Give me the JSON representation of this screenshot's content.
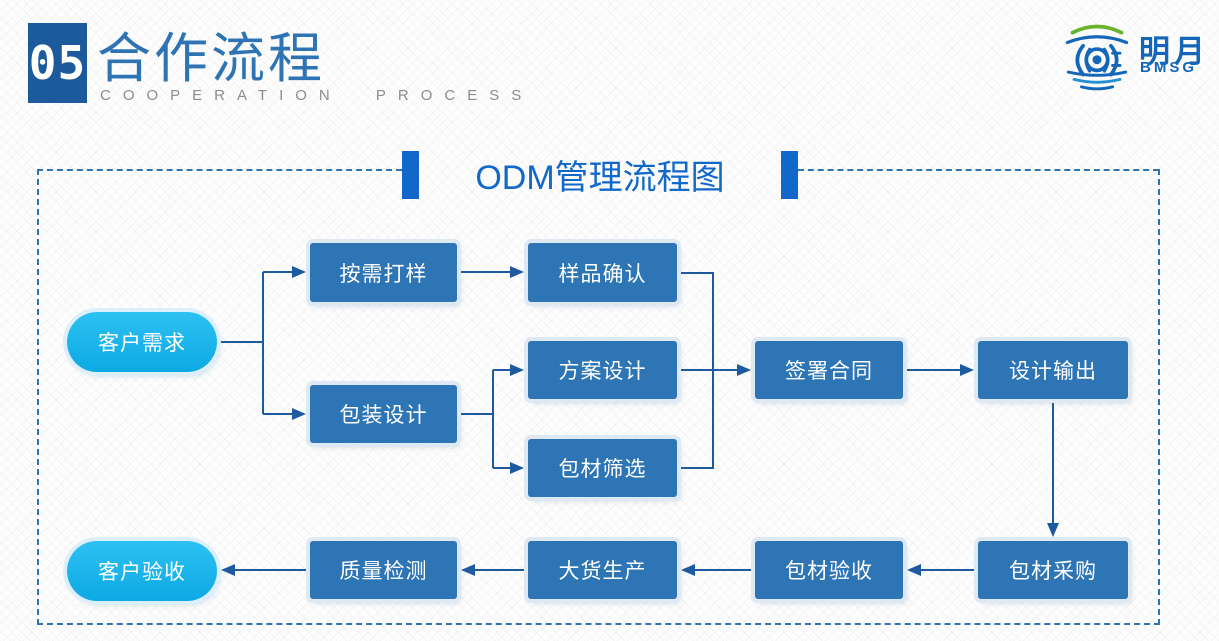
{
  "header": {
    "section_number": "05",
    "title_cn": "合作流程",
    "title_en": "COOPERATION PROCESS"
  },
  "logo": {
    "company_cn": "明月",
    "company_en": "BMSG"
  },
  "diagram": {
    "title": "ODM管理流程图",
    "nodes": [
      {
        "id": "customer-demand",
        "label": "客户需求",
        "shape": "pill"
      },
      {
        "id": "sample-on-demand",
        "label": "按需打样",
        "shape": "box"
      },
      {
        "id": "sample-confirm",
        "label": "样品确认",
        "shape": "box"
      },
      {
        "id": "packaging-design",
        "label": "包装设计",
        "shape": "box"
      },
      {
        "id": "solution-design",
        "label": "方案设计",
        "shape": "box"
      },
      {
        "id": "material-screening",
        "label": "包材筛选",
        "shape": "box"
      },
      {
        "id": "sign-contract",
        "label": "签署合同",
        "shape": "box"
      },
      {
        "id": "design-output",
        "label": "设计输出",
        "shape": "box"
      },
      {
        "id": "material-purchase",
        "label": "包材采购",
        "shape": "box"
      },
      {
        "id": "material-acceptance",
        "label": "包材验收",
        "shape": "box"
      },
      {
        "id": "mass-production",
        "label": "大货生产",
        "shape": "box"
      },
      {
        "id": "quality-inspection",
        "label": "质量检测",
        "shape": "box"
      },
      {
        "id": "customer-acceptance",
        "label": "客户验收",
        "shape": "pill"
      }
    ],
    "edges": [
      {
        "from": "customer-demand",
        "to": "sample-on-demand"
      },
      {
        "from": "customer-demand",
        "to": "packaging-design"
      },
      {
        "from": "sample-on-demand",
        "to": "sample-confirm"
      },
      {
        "from": "sample-confirm",
        "to": "sign-contract"
      },
      {
        "from": "packaging-design",
        "to": "solution-design"
      },
      {
        "from": "packaging-design",
        "to": "material-screening"
      },
      {
        "from": "solution-design",
        "to": "sign-contract"
      },
      {
        "from": "material-screening",
        "to": "sign-contract"
      },
      {
        "from": "sign-contract",
        "to": "design-output"
      },
      {
        "from": "design-output",
        "to": "material-purchase"
      },
      {
        "from": "material-purchase",
        "to": "material-acceptance"
      },
      {
        "from": "material-acceptance",
        "to": "mass-production"
      },
      {
        "from": "mass-production",
        "to": "quality-inspection"
      },
      {
        "from": "quality-inspection",
        "to": "customer-acceptance"
      }
    ],
    "colors": {
      "box_fill": "#2e75b6",
      "pill_fill": "#18b3ea",
      "connector": "#1e5aa0",
      "dashed_border": "#2e74b5",
      "title_accent": "#1168c8"
    }
  }
}
